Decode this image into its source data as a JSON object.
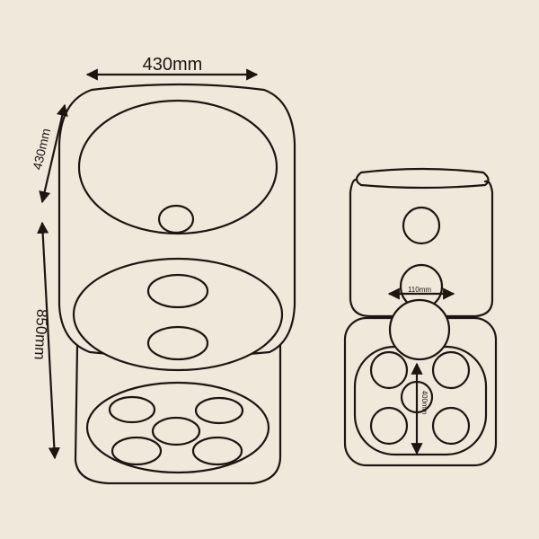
{
  "colors": {
    "background": "#f1e8dc",
    "line": "#1e1513"
  },
  "dimensions": {
    "width_top": "430mm",
    "depth_top": "430mm",
    "height": "850mm",
    "hole_diameter": "110mm",
    "inner_height": "400mm"
  }
}
